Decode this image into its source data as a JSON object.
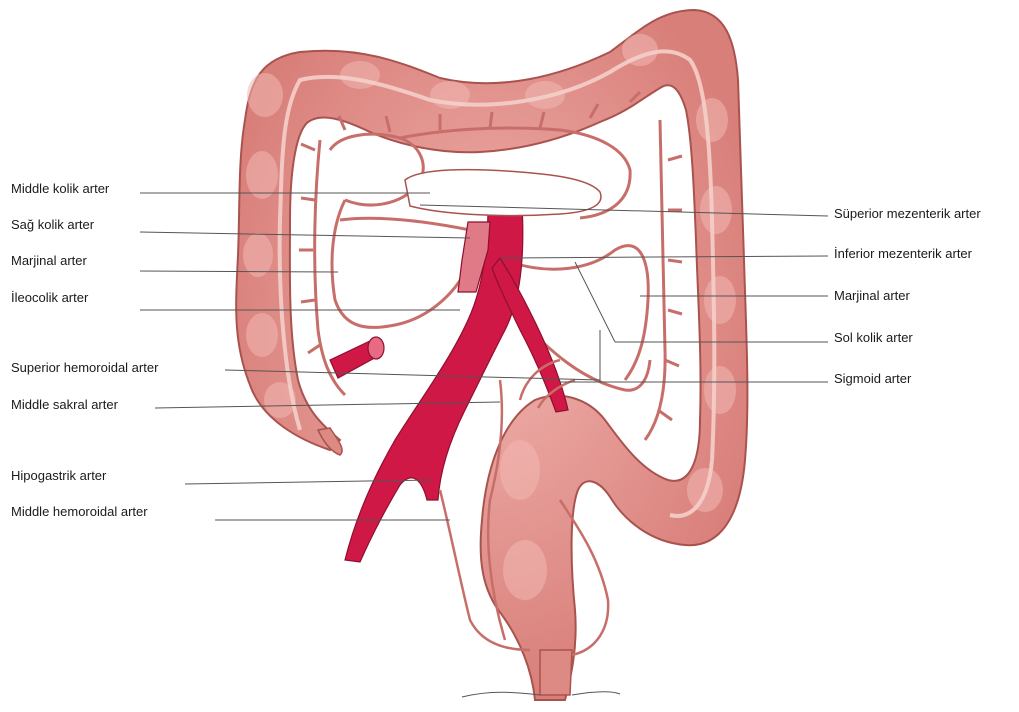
{
  "labels_left": [
    "Middle kolik arter",
    "Sağ kolik arter",
    "Marjinal arter",
    "İleocolik arter",
    "Superior hemoroidal arter",
    "Middle sakral arter",
    "Hipogastrik arter",
    "Middle hemoroidal arter"
  ],
  "labels_right": [
    "Süperior mezenterik arter",
    "İnferior mezenterik arter",
    "Marjinal arter",
    "Sol kolik arter",
    "Sigmoid arter"
  ],
  "colors": {
    "colon": "#dd8a85",
    "colon_edge": "#a9534f",
    "colon_highlight": "#f2b8b3",
    "taenia": "#f4cfc9",
    "artery": "#d01847",
    "artery_edge": "#8e0f2e",
    "small_artery": "#c86e6a",
    "leader_line": "#555555"
  }
}
